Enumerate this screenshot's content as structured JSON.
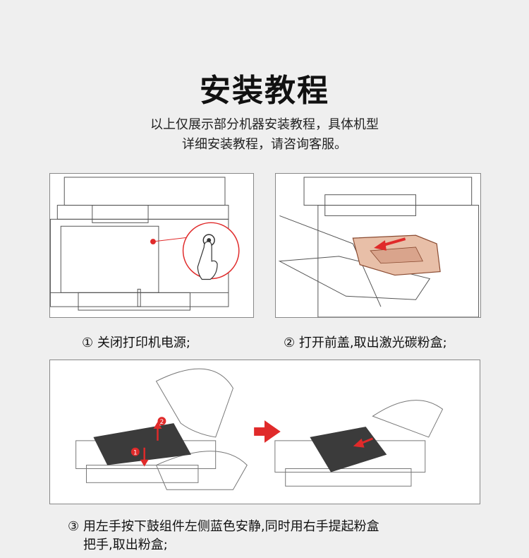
{
  "title": "安装教程",
  "subtitle": {
    "line1": "以上仅展示部分机器安装教程，具体机型",
    "line2": "详细安装教程，请咨询客服。"
  },
  "steps": [
    {
      "caption": "① 关闭打印机电源;"
    },
    {
      "caption": "② 打开前盖,取出激光碳粉盒;"
    },
    {
      "caption_line1": "③ 用左手按下鼓组件左侧蓝色安静,同时用右手提起粉盒",
      "caption_line2": "把手,取出粉盒;"
    }
  ],
  "colors": {
    "accent_red": "#e02a2a",
    "background": "#efefef"
  },
  "icons": [
    "power-button-icon",
    "red-arrow-icon"
  ],
  "markers": {
    "one": "1",
    "two": "2"
  }
}
